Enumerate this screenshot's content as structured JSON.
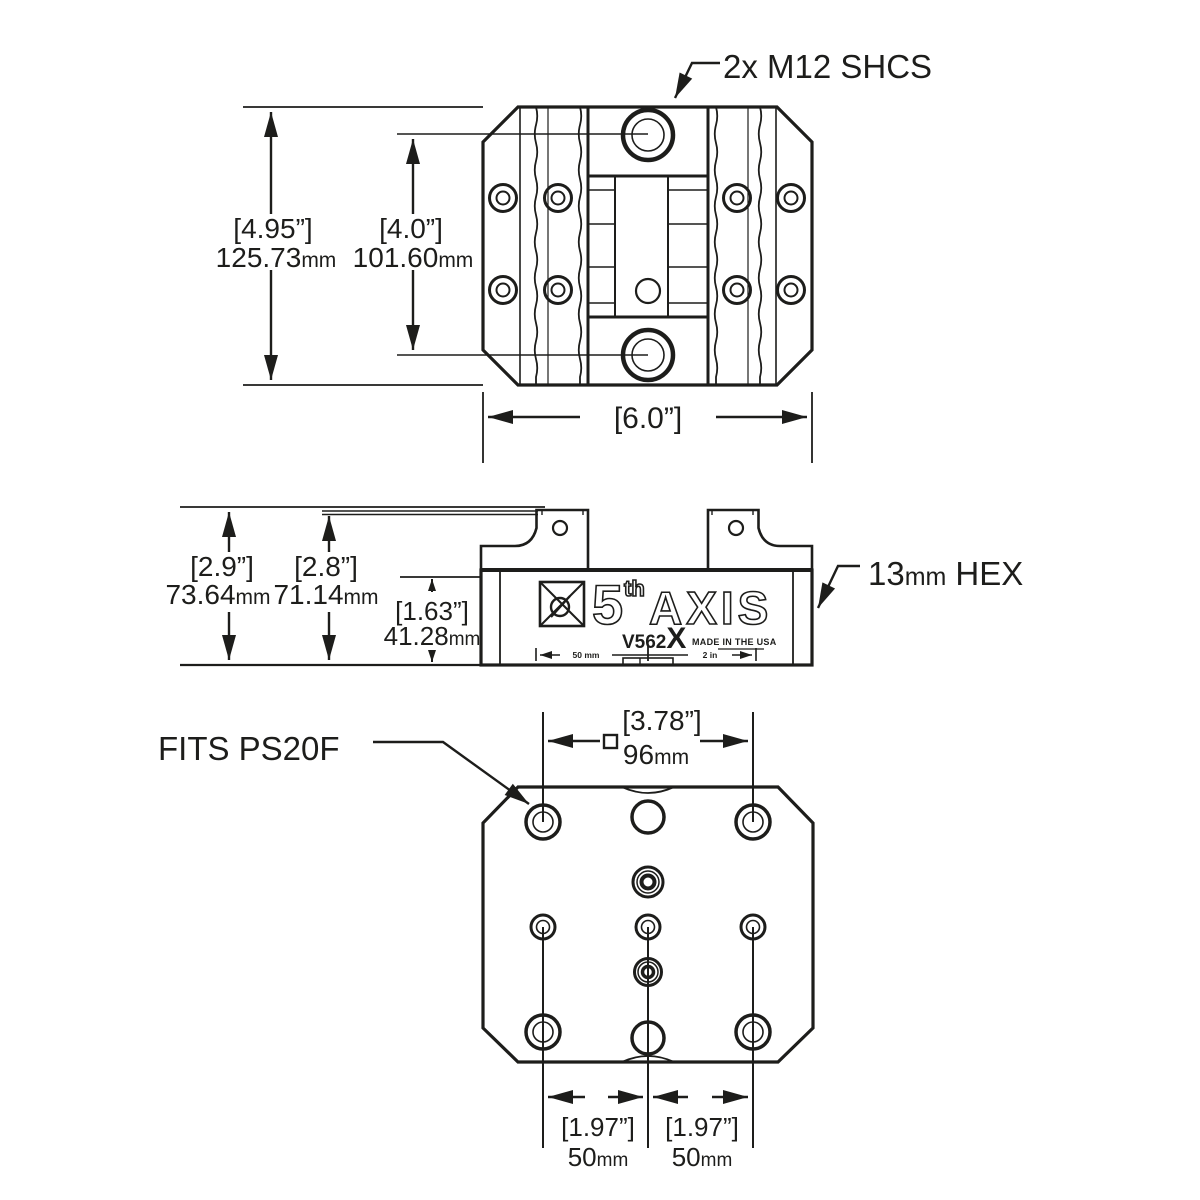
{
  "colors": {
    "ink": "#1d1d1b",
    "background": "#ffffff"
  },
  "top_view": {
    "callout_shcs": "2x M12 SHCS",
    "dim_height": {
      "in": "[4.95”]",
      "mm_value": "125.73",
      "mm_unit": "mm"
    },
    "dim_hole_span": {
      "in": "[4.0”]",
      "mm_value": "101.60",
      "mm_unit": "mm"
    },
    "dim_width": {
      "in": "[6.0”]"
    }
  },
  "side_view": {
    "dim_overall_height": {
      "in": "[2.9”]",
      "mm_value": "73.64",
      "mm_unit": "mm"
    },
    "dim_jaw_height": {
      "in": "[2.8”]",
      "mm_value": "71.14",
      "mm_unit": "mm"
    },
    "dim_body_height": {
      "in": "[1.63”]",
      "mm_value": "41.28",
      "mm_unit": "mm"
    },
    "callout_hex": {
      "value": "13",
      "unit": "mm",
      "suffix": "HEX"
    },
    "branding": {
      "five": "5",
      "th": "th",
      "axis": "AXIS",
      "model": "V562",
      "model_suffix": "X",
      "made_in": "MADE IN THE USA",
      "scale_left_label": "50 mm",
      "scale_right_label": "2 in"
    }
  },
  "bottom_view": {
    "callout_fits": "FITS PS20F",
    "dim_square_pattern": {
      "in": "[3.78”]",
      "mm_value": "96",
      "mm_unit": "mm"
    },
    "dim_spacing_left": {
      "in": "[1.97”]",
      "mm_value": "50",
      "mm_unit": "mm"
    },
    "dim_spacing_right": {
      "in": "[1.97”]",
      "mm_value": "50",
      "mm_unit": "mm"
    }
  }
}
